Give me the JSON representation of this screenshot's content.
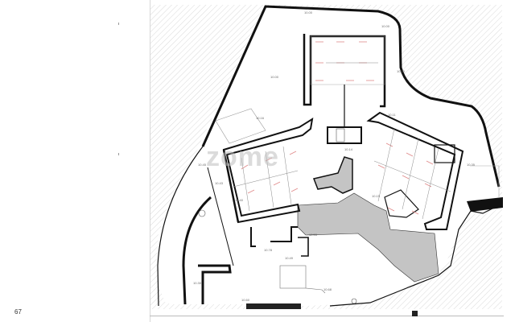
{
  "sheet": {
    "number": "67",
    "watermark": "zome",
    "title_block": {
      "company_line": "",
      "project_line": "",
      "logo_icon": "company-logo-square"
    }
  },
  "room_labels": [
    {
      "id": "r1",
      "text": "10.00"
    },
    {
      "id": "r2",
      "text": "10.00"
    },
    {
      "id": "r3",
      "text": "10.00"
    },
    {
      "id": "r4",
      "text": "10.10"
    },
    {
      "id": "r5",
      "text": "10.16"
    },
    {
      "id": "r6",
      "text": "10.11"
    },
    {
      "id": "r7",
      "text": "10.45"
    },
    {
      "id": "r8",
      "text": "10.43"
    },
    {
      "id": "r9",
      "text": "10.14"
    },
    {
      "id": "r10",
      "text": "10.15"
    },
    {
      "id": "r11",
      "text": "10.40"
    },
    {
      "id": "r12",
      "text": "10.55"
    },
    {
      "id": "r13",
      "text": "10.78"
    },
    {
      "id": "r14",
      "text": "10.49"
    },
    {
      "id": "r15",
      "text": "10.60"
    },
    {
      "id": "r16",
      "text": "10.68"
    },
    {
      "id": "r17",
      "text": "10.30"
    },
    {
      "id": "r18",
      "text": "10.35"
    }
  ],
  "colors": {
    "hatch": "#c9c9c9",
    "wall": "#111111",
    "fill_grey": "#c4c4c4",
    "fixture_red": "#e08a8a"
  }
}
